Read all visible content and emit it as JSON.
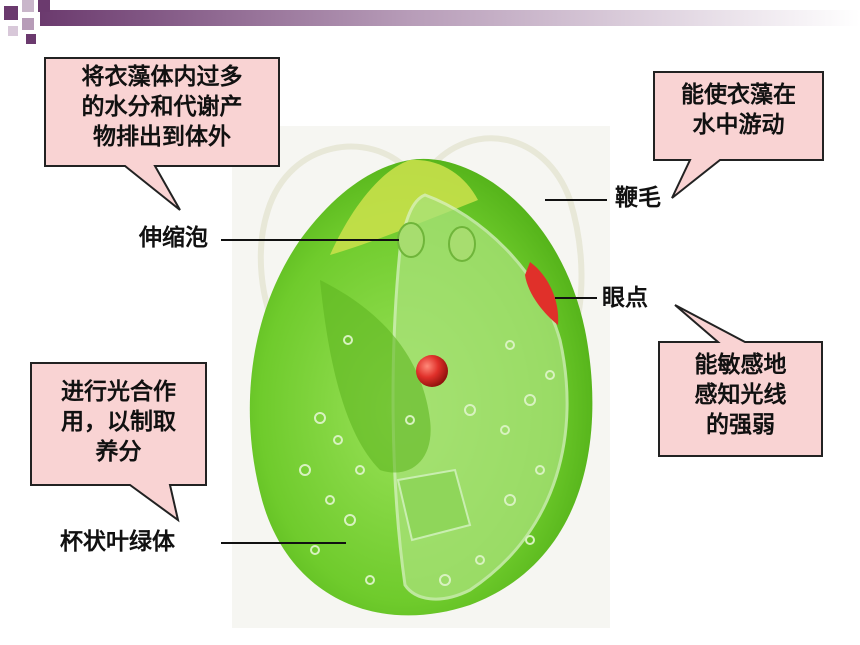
{
  "callouts": {
    "contractile_function": "将衣藻体内过多\n的水分和代谢产\n物排出到体外",
    "flagellum_function": "能使衣藻在\n水中游动",
    "chloroplast_function": "进行光合作\n用，以制取\n养分",
    "eyespot_function": "能敏感地\n感知光线\n的强弱"
  },
  "labels": {
    "contractile_vacuole": "伸缩泡",
    "flagellum": "鞭毛",
    "eyespot": "眼点",
    "chloroplast": "杯状叶绿体"
  },
  "colors": {
    "callout_fill": "#f9d3d3",
    "callout_border": "#222222",
    "cell_green": "#7cd33a",
    "eyespot_red": "#e0302a",
    "header_gradient_start": "#7b4a7e",
    "header_gradient_end": "#ffffff"
  }
}
